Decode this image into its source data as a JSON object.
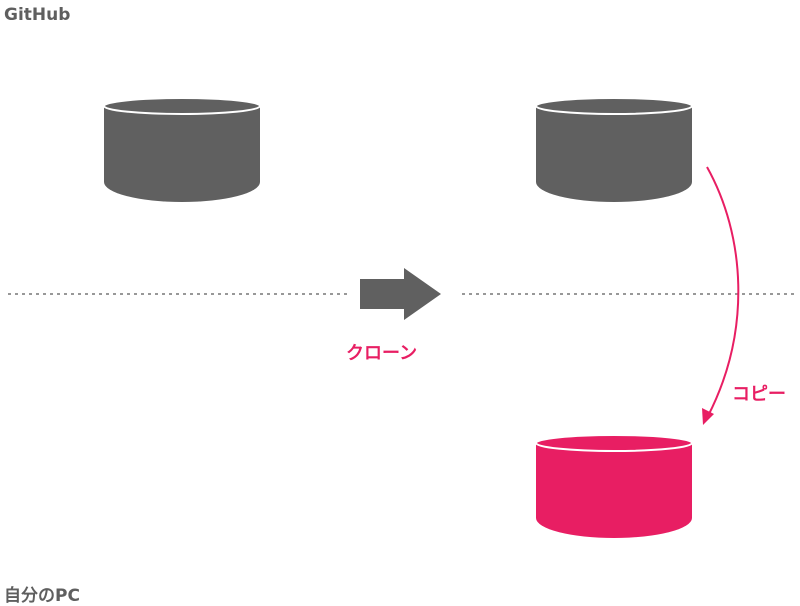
{
  "regions": {
    "remote_label": "GitHub",
    "local_label": "自分のPC"
  },
  "arrows": {
    "clone_label": "クローン",
    "copy_label": "コピー"
  },
  "colors": {
    "repo_gray": "#606060",
    "accent": "#e81e63",
    "divider": "#777777",
    "region_text": "#5f5f5f"
  },
  "icons": {
    "repository": "database-cylinder-icon",
    "clone_arrow": "block-arrow-right-icon",
    "copy_arrow": "curved-arrow-down-icon"
  }
}
